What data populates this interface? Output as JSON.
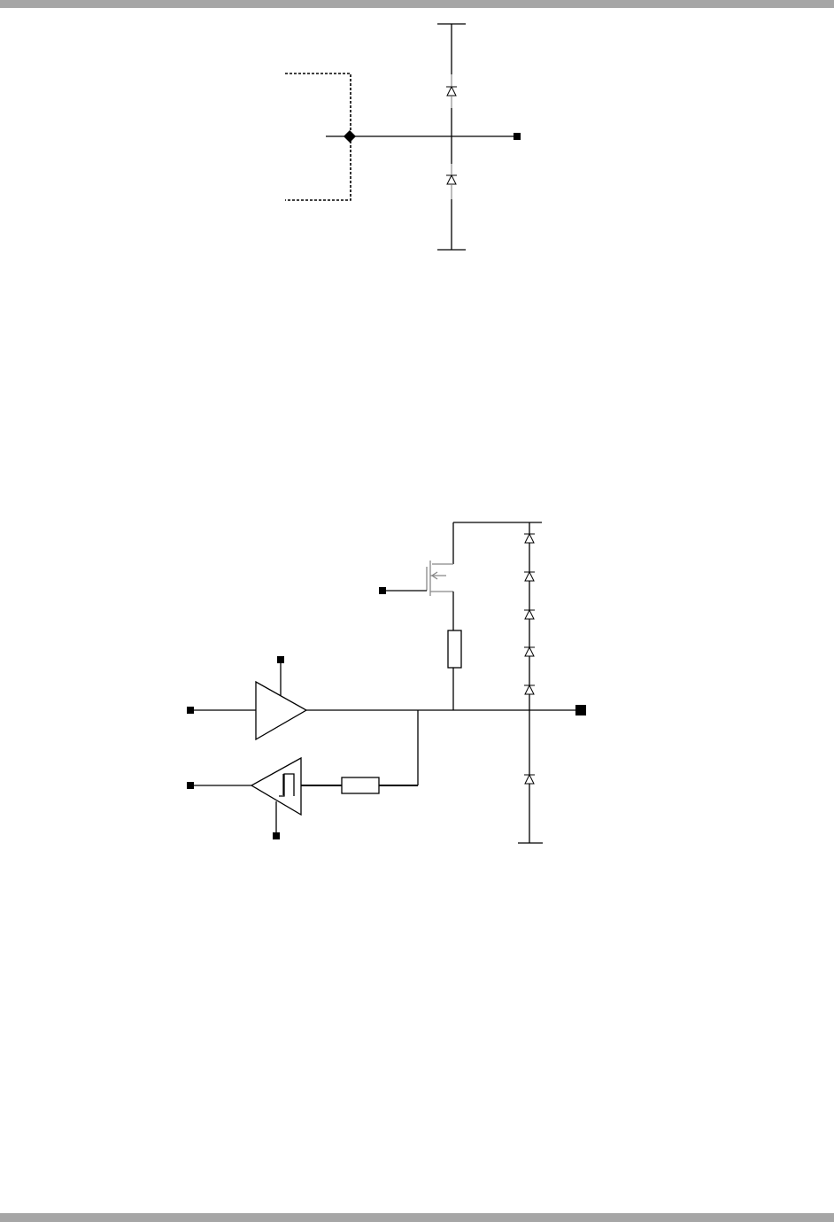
{
  "colors": {
    "frame_bar": "#a6a6a6",
    "wire": "#000000",
    "component_gray": "#888888",
    "background": "#ffffff"
  },
  "figures": [
    {
      "id": "esd-diode-clamp",
      "components": [
        "dashed-boundary",
        "junction-node",
        "pad-terminal",
        "diode-upper",
        "diode-lower",
        "supply-rail-top",
        "ground-rail-bottom"
      ]
    },
    {
      "id": "io-cell",
      "components": [
        "pmos-pullup",
        "pullup-resistor",
        "output-buffer",
        "schmitt-input-buffer",
        "series-resistor",
        "diode-stack",
        "pad-terminal",
        "supply-rail",
        "ground-rail"
      ]
    }
  ]
}
